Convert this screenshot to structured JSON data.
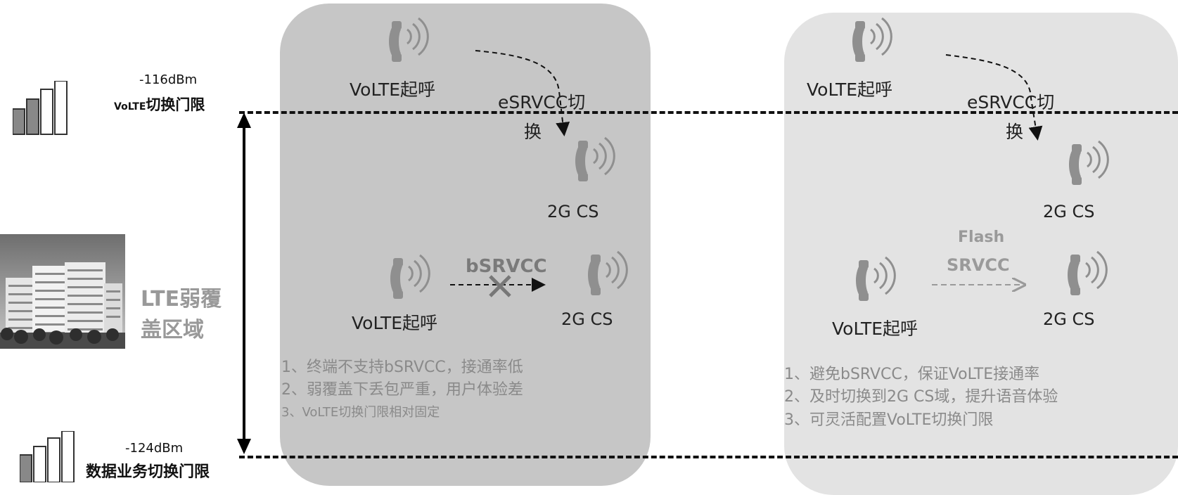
{
  "thresholds": {
    "top": {
      "dbm": "-116dBm",
      "label_prefix": "VoLTE",
      "label_suffix": "切换门限"
    },
    "bottom": {
      "dbm": "-124dBm",
      "label": "数据业务切换门限"
    }
  },
  "region": {
    "line1": "LTE弱覆",
    "line2": "盖区域"
  },
  "left_panel": {
    "volte_top": "VoLTE起呼",
    "esrvcc_line1": "eSRVCC切",
    "esrvcc_line2": "换",
    "cs_top": "2G  CS",
    "bsrvcc": "bSRVCC",
    "volte_bottom": "VoLTE起呼",
    "cs_bottom": "2G  CS",
    "notes": [
      "1、终端不支持bSRVCC，接通率低",
      "2、弱覆盖下丢包严重，用户体验差",
      "3、VoLTE切换门限相对固定"
    ]
  },
  "right_panel": {
    "volte_top": "VoLTE起呼",
    "esrvcc_line1": "eSRVCC切",
    "esrvcc_line2": "换",
    "cs_top": "2G  CS",
    "flash_line1": "Flash",
    "flash_line2": "SRVCC",
    "volte_bottom": "VoLTE起呼",
    "cs_bottom": "2G  CS",
    "notes": [
      "1、避免bSRVCC，保证VoLTE接通率",
      "2、及时切换到2G CS域，提升语音体验",
      "3、可灵活配置VoLTE切换门限"
    ]
  },
  "icons": {
    "phone": "phone-ringing-icon",
    "signal": "signal-bars-icon",
    "buildings": "buildings-image"
  },
  "colors": {
    "left_panel": "#c6c6c6",
    "right_panel": "#e3e3e3",
    "phone": "#8f8f8f",
    "muted_text": "#8a8a8a"
  }
}
